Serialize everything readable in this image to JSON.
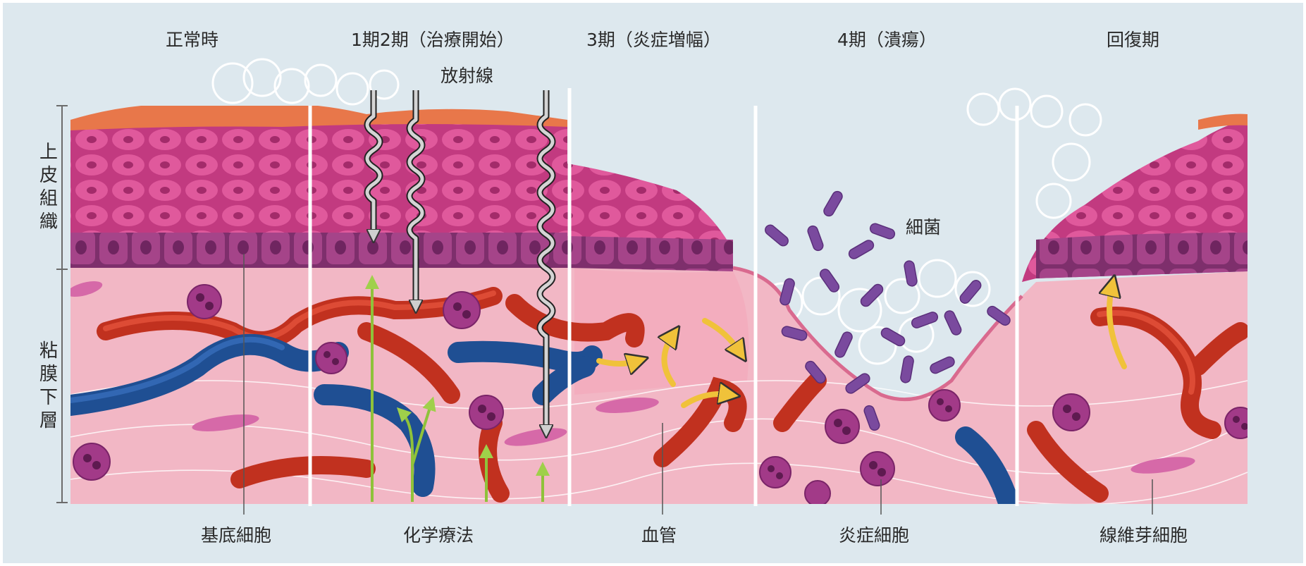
{
  "stage_labels": [
    "正常時",
    "1期2期（治療開始）",
    "3期（炎症増幅）",
    "4期（潰瘍）",
    "回復期"
  ],
  "layer_labels": {
    "epithelium": "上皮組織",
    "submucosa": "粘膜下層"
  },
  "callouts": {
    "radiation": "放射線",
    "bacteria": "細菌",
    "basal_cell": "基底細胞",
    "chemotherapy": "化学療法",
    "blood_vessel": "血管",
    "inflammatory_cell": "炎症細胞",
    "fibroblast": "線維芽細胞"
  },
  "colors": {
    "background": "#dde8ee",
    "tissue": "#f2b7c5",
    "epithelial_cell": "#d94f95",
    "basal_layer": "#9a3c82",
    "artery": "#c1311f",
    "vein": "#1f4f93",
    "radiation_arrow": "#b0b0b0",
    "chemo_arrow": "#8fc23a",
    "inflammation_arrow": "#f0c23a",
    "bacteria": "#7a4a9e"
  }
}
